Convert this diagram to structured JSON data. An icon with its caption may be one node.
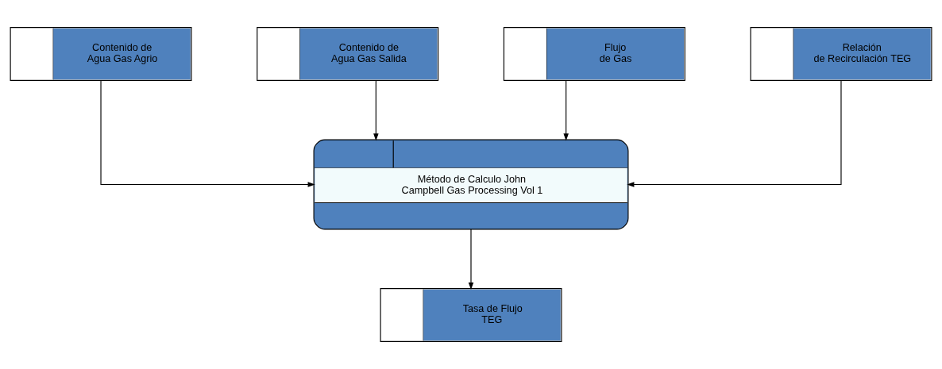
{
  "diagram": {
    "nodes": [
      {
        "text": [
          "Contenido de Agua Gas Agrio"
        ]
      },
      {
        "text": [
          "Contenido de Agua Gas Salida"
        ]
      },
      {
        "text": [
          "Flujo de Gas"
        ]
      },
      {
        "text": [
          "Relación de Recirculación TEG"
        ]
      },
      {
        "text": [
          "Método de Calculo John Campbell Gas Processing Vol 1"
        ]
      },
      {
        "text": [
          "Tasa de Flujo TEG"
        ]
      }
    ],
    "edges": [
      {
        "from": 0,
        "to": 4,
        "arrow": "to"
      },
      {
        "from": 1,
        "to": 4,
        "arrow": "to"
      },
      {
        "from": 2,
        "to": 4,
        "arrow": "to"
      },
      {
        "from": 3,
        "to": 4,
        "arrow": "to"
      },
      {
        "from": 4,
        "to": 5,
        "arrow": "to"
      }
    ]
  }
}
